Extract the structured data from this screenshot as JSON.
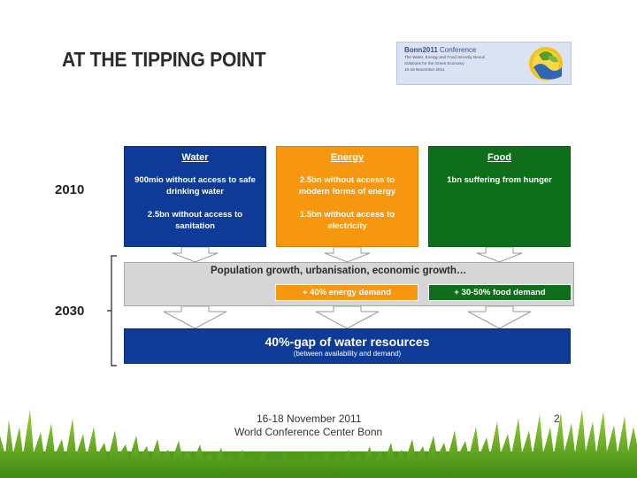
{
  "slide": {
    "title": "AT THE TIPPING POINT"
  },
  "conference": {
    "name_bold": "Bonn2011",
    "name_rest": " Conference",
    "lines": [
      "The Water, Energy and Food Security Nexus",
      "Solutions for the Green Economy",
      "16-18 November 2011"
    ]
  },
  "years": {
    "start": "2010",
    "end": "2030"
  },
  "boxes": {
    "water": {
      "heading": "Water",
      "lines1": [
        "900mio without access to safe",
        "drinking water"
      ],
      "lines2": [
        "2.5bn without access to",
        "sanitation"
      ],
      "color": "#0e3a98"
    },
    "energy": {
      "heading": "Energy",
      "lines1": [
        "2.5bn without access to",
        "modern forms of energy"
      ],
      "lines2": [
        "1.5bn without access to",
        "electricity"
      ],
      "color": "#f7960f"
    },
    "food": {
      "heading": "Food",
      "lines1": [
        "1bn suffering from hunger"
      ],
      "color": "#0f6e1c"
    }
  },
  "growth": {
    "text": "Population growth, urbanisation, economic growth…",
    "energy_demand": "+ 40% energy demand",
    "food_demand": "+ 30-50% food demand"
  },
  "gap": {
    "title": "40%-gap of water resources",
    "subtitle": "(between availability and demand)"
  },
  "footer": {
    "date": "16-18 November 2011",
    "venue": "World Conference Center Bonn",
    "page": "2"
  }
}
